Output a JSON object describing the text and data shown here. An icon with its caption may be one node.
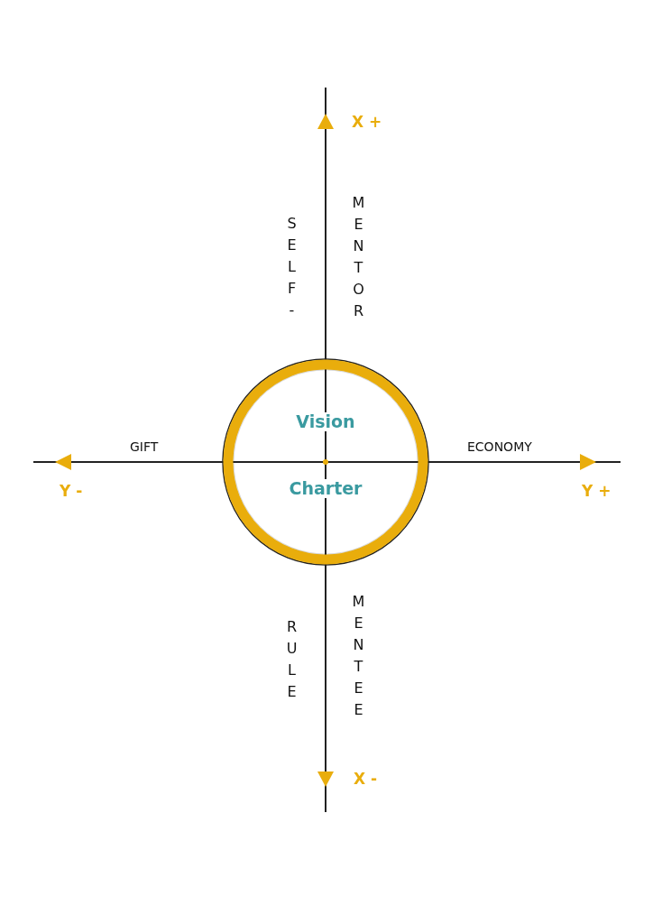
{
  "diagram": {
    "nodes": [
      {
        "text": [
          "Vision",
          "Charter"
        ]
      }
    ],
    "labels": [
      "X +",
      "SELF-",
      "MENTOR",
      "GIFT",
      "ECONOMY",
      "Y -",
      "Y +",
      "RULE",
      "MENTEE",
      "X -"
    ]
  }
}
